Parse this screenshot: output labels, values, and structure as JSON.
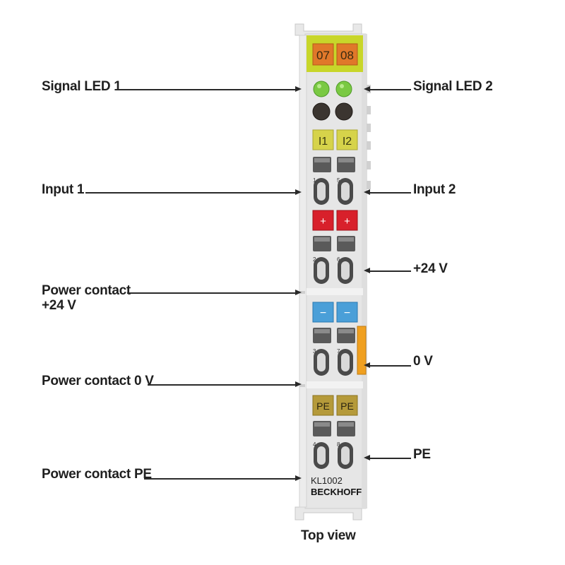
{
  "device": {
    "model": "KL1002",
    "brand": "BECKHOFF",
    "channel_numbers": [
      "07",
      "08"
    ],
    "input_labels": [
      "I1",
      "I2"
    ],
    "plus_labels": [
      "+",
      "+"
    ],
    "minus_labels": [
      "−",
      "−"
    ],
    "pe_labels": [
      "PE",
      "PE"
    ],
    "terminal_numbers": [
      "1",
      "5",
      "2",
      "6",
      "3",
      "7",
      "4",
      "8"
    ],
    "colors": {
      "header_yellow": "#c8d62a",
      "orange": "#e0782a",
      "led_green": "#7ac943",
      "led_dark": "#3b3530",
      "yellow_tag": "#d6d34a",
      "red_tag": "#d8202b",
      "blue_tag": "#4a9fd8",
      "pe_tag": "#b59a3a",
      "housing": "#e4e4e4",
      "side_orange": "#f0a020"
    }
  },
  "labels": {
    "signal_led_1": "Signal LED 1",
    "signal_led_2": "Signal LED 2",
    "input_1": "Input 1",
    "input_2": "Input 2",
    "plus_24v_right": "+24 V",
    "power_contact_24v_line1": "Power contact",
    "power_contact_24v_line2": "+24 V",
    "zero_v_right": "0 V",
    "power_contact_0v": "Power contact 0 V",
    "pe_right": "PE",
    "power_contact_pe": "Power contact PE",
    "caption": "Top view"
  }
}
